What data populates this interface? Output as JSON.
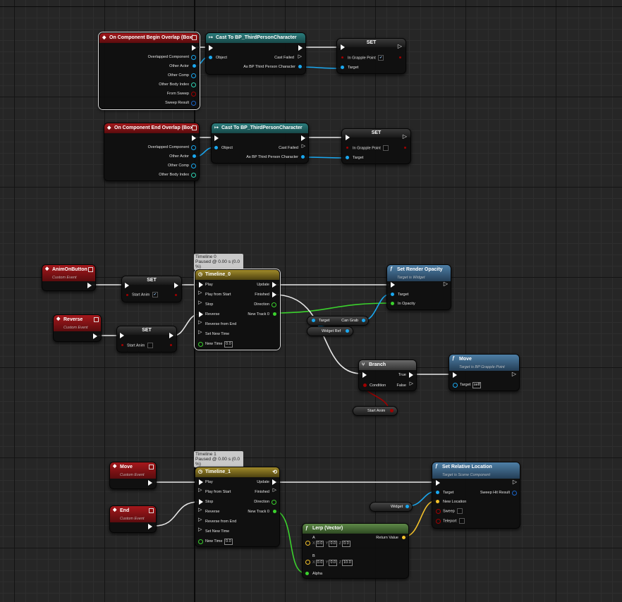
{
  "overlap_begin": {
    "title": "On Component Begin Overlap (Box)",
    "pins": [
      "Overlapped Component",
      "Other Actor",
      "Other Comp",
      "Other Body Index",
      "From Sweep",
      "Sweep Result"
    ]
  },
  "overlap_end": {
    "title": "On Component End Overlap (Box)",
    "pins": [
      "Overlapped Component",
      "Other Actor",
      "Other Comp",
      "Other Body Index"
    ]
  },
  "cast1": {
    "title": "Cast To BP_ThirdPersonCharacter",
    "object": "Object",
    "failed": "Cast Failed",
    "as": "As BP Third Person Character"
  },
  "cast2": {
    "title": "Cast To BP_ThirdPersonCharacter",
    "object": "Object",
    "failed": "Cast Failed",
    "as": "As BP Third Person Character"
  },
  "set1": {
    "title": "SET",
    "var": "In Grapple Point",
    "target": "Target",
    "checked": true
  },
  "set2": {
    "title": "SET",
    "var": "In Grapple Point",
    "target": "Target",
    "checked": false
  },
  "anim_on_button": {
    "title": "AnimOnButton",
    "subtitle": "Custom Event"
  },
  "reverse_event": {
    "title": "Reverse",
    "subtitle": "Custom Event"
  },
  "set_anim_true": {
    "title": "SET",
    "var": "Start Anim",
    "checked": true
  },
  "set_anim_false": {
    "title": "SET",
    "var": "Start Anim",
    "checked": false
  },
  "timeline0_comment": {
    "line1": "Timeline 0",
    "line2": "Paused @ 0.00 s (0.0 %)"
  },
  "timeline0": {
    "title": "Timeline_0",
    "inputs": [
      "Play",
      "Play from Start",
      "Stop",
      "Reverse",
      "Reverse from End",
      "Set New Time",
      "New Time"
    ],
    "outputs": [
      "Update",
      "Finished",
      "Direction",
      "New Track 0"
    ],
    "new_time": "0.0"
  },
  "set_render_opacity": {
    "title": "Set Render Opacity",
    "subtitle": "Target is Widget",
    "target": "Target",
    "in_opacity": "In Opacity"
  },
  "can_grab": {
    "target": "Target",
    "label": "Can Grab"
  },
  "widget_ref": {
    "label": "Widget Ref"
  },
  "branch": {
    "title": "Branch",
    "condition": "Condition",
    "true_label": "True",
    "false_label": "False"
  },
  "move_fn": {
    "title": "Move",
    "subtitle": "Target is BP Grapple Point",
    "target": "Target",
    "self": "self"
  },
  "start_anim_getter": {
    "label": "Start Anim"
  },
  "move_event": {
    "title": "Move",
    "subtitle": "Custom Event"
  },
  "end_event": {
    "title": "End",
    "subtitle": "Custom Event"
  },
  "timeline1_comment": {
    "line1": "Timeline 1",
    "line2": "Paused @ 0.00 s (0.0 %)"
  },
  "timeline1": {
    "title": "Timeline_1",
    "inputs": [
      "Play",
      "Play from Start",
      "Stop",
      "Reverse",
      "Reverse from End",
      "Set New Time",
      "New Time"
    ],
    "outputs": [
      "Update",
      "Finished",
      "Direction",
      "New Track 0"
    ],
    "new_time": "0.0"
  },
  "set_relative_location": {
    "title": "Set Relative Location",
    "subtitle": "Target is Scene Component",
    "target": "Target",
    "new_location": "New Location",
    "sweep": "Sweep",
    "teleport": "Teleport",
    "sweep_hit": "Sweep Hit Result"
  },
  "widget_getter": {
    "label": "Widget"
  },
  "lerp": {
    "title": "Lerp (Vector)",
    "a": "A",
    "b": "B",
    "alpha": "Alpha",
    "return_value": "Return Value",
    "a_vals": {
      "x": "0.0",
      "y": "0.0",
      "z": "0.0"
    },
    "b_vals": {
      "x": "0.0",
      "y": "0.0",
      "z": "10.0"
    },
    "x": "X",
    "y": "Y",
    "z": "Z"
  },
  "colors": {
    "exec": "#ffffff",
    "object": "#1aa8f0",
    "bool": "#a00000",
    "float": "#3bd12d",
    "vector": "#f4c22b",
    "struct": "#1a64c8"
  }
}
